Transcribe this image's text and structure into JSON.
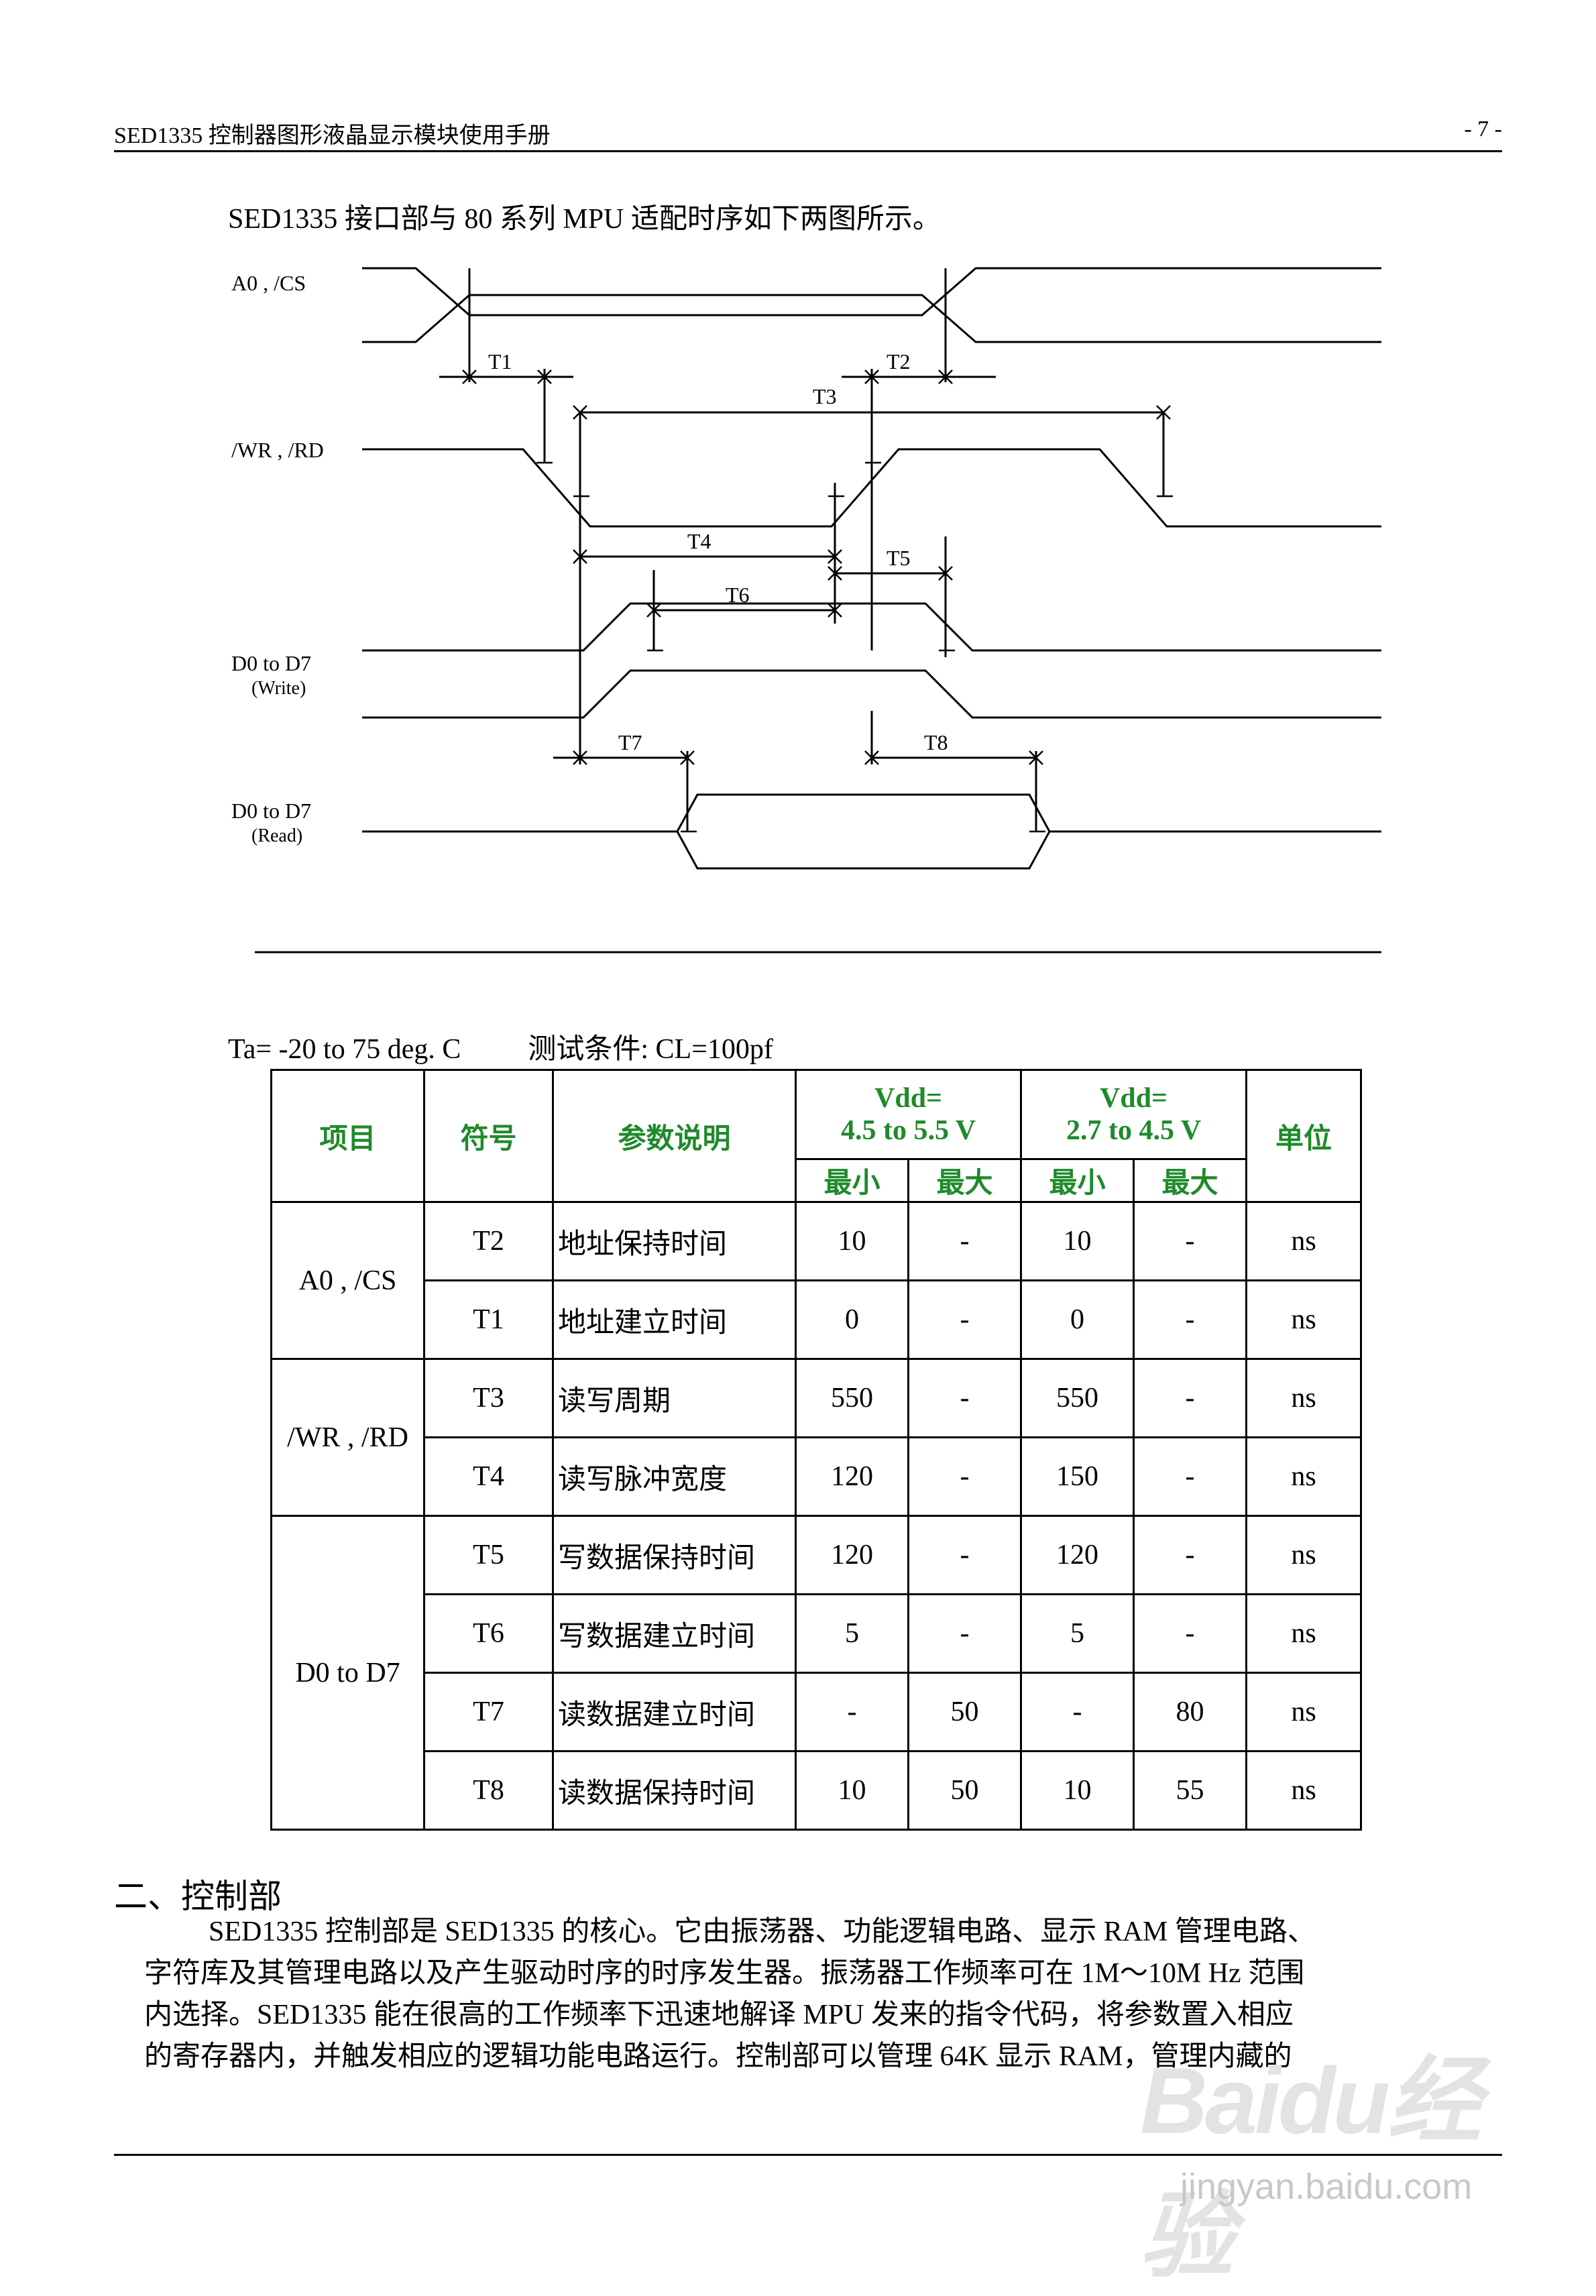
{
  "header": {
    "title": "SED1335 控制器图形液晶显示模块使用手册",
    "page": "- 7 -"
  },
  "intro": "SED1335 接口部与 80 系列 MPU 适配时序如下两图所示。",
  "timing": {
    "signals": {
      "addr": "A0 , /CS",
      "wrrd": "/WR , /RD",
      "dw": "D0 to D7",
      "dw_sub": "(Write)",
      "dr": "D0 to D7",
      "dr_sub": "(Read)"
    },
    "labels": {
      "t1": "T1",
      "t2": "T2",
      "t3": "T3",
      "t4": "T4",
      "t5": "T5",
      "t6": "T6",
      "t7": "T7",
      "t8": "T8"
    }
  },
  "conditions": {
    "temp": "Ta= -20 to 75 deg. C",
    "test": "测试条件:   CL=100pf"
  },
  "table": {
    "headers": {
      "item": "项目",
      "symbol": "符号",
      "desc": "参数说明",
      "vdd1_line1": "Vdd=",
      "vdd1_line2": "4.5 to 5.5 V",
      "vdd2_line1": "Vdd=",
      "vdd2_line2": "2.7 to 4.5 V",
      "unit": "单位",
      "min1": "最小",
      "max1": "最大",
      "min2": "最小",
      "max2": "最大"
    },
    "groups": [
      "A0 , /CS",
      "/WR , /RD",
      "D0 to D7"
    ],
    "rows": [
      {
        "sym": "T2",
        "desc": "地址保持时间",
        "min1": "10",
        "max1": "-",
        "min2": "10",
        "max2": "-",
        "unit": "ns"
      },
      {
        "sym": "T1",
        "desc": "地址建立时间",
        "min1": "0",
        "max1": "-",
        "min2": "0",
        "max2": "-",
        "unit": "ns"
      },
      {
        "sym": "T3",
        "desc": "读写周期",
        "min1": "550",
        "max1": "-",
        "min2": "550",
        "max2": "-",
        "unit": "ns"
      },
      {
        "sym": "T4",
        "desc": "读写脉冲宽度",
        "min1": "120",
        "max1": "-",
        "min2": "150",
        "max2": "-",
        "unit": "ns"
      },
      {
        "sym": "T5",
        "desc": "写数据保持时间",
        "min1": "120",
        "max1": "-",
        "min2": "120",
        "max2": "-",
        "unit": "ns"
      },
      {
        "sym": "T6",
        "desc": "写数据建立时间",
        "min1": "5",
        "max1": "-",
        "min2": "5",
        "max2": "-",
        "unit": "ns"
      },
      {
        "sym": "T7",
        "desc": "读数据建立时间",
        "min1": "-",
        "max1": "50",
        "min2": "-",
        "max2": "80",
        "unit": "ns"
      },
      {
        "sym": "T8",
        "desc": "读数据保持时间",
        "min1": "10",
        "max1": "50",
        "min2": "10",
        "max2": "55",
        "unit": "ns"
      }
    ]
  },
  "section": {
    "heading": "二、控制部",
    "lines": [
      "SED1335 控制部是 SED1335 的核心。它由振荡器、功能逻辑电路、显示 RAM 管理电路、",
      "字符库及其管理电路以及产生驱动时序的时序发生器。振荡器工作频率可在 1M～10M Hz 范围",
      "内选择。SED1335 能在很高的工作频率下迅速地解译 MPU 发来的指令代码，将参数置入相应",
      "的寄存器内，并触发相应的逻辑功能电路运行。控制部可以管理 64K 显示 RAM，管理内藏的"
    ]
  },
  "watermark": {
    "logo": "Baidu经验",
    "url": "jingyan.baidu.com"
  }
}
